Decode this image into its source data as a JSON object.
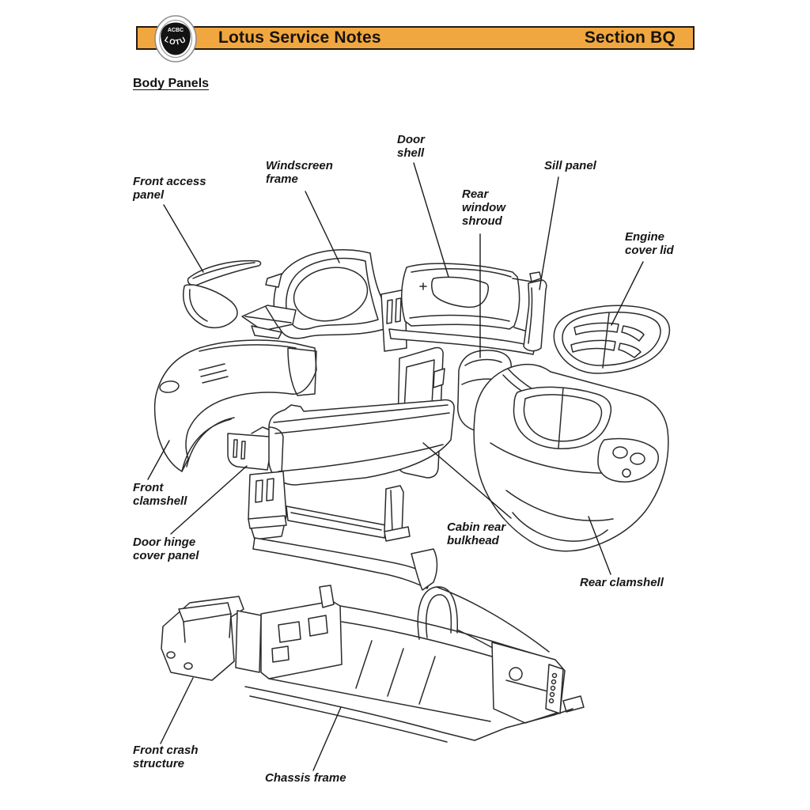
{
  "header": {
    "title": "Lotus Service Notes",
    "section": "Section BQ",
    "banner_color": "#F1A73F",
    "logo": {
      "brand": "LOTUS",
      "monogram": "ACBC"
    }
  },
  "page": {
    "heading": "Body Panels"
  },
  "diagram": {
    "ink_color": "#1f1f1f",
    "labels": {
      "door_shell": "Door\nshell",
      "windscreen_frame": "Windscreen\nframe",
      "sill_panel": "Sill panel",
      "front_access_panel": "Front access\npanel",
      "rear_window_shroud": "Rear\nwindow\nshroud",
      "engine_cover_lid": "Engine\ncover lid",
      "front_clamshell": "Front\nclamshell",
      "door_hinge_cover_panel": "Door hinge\ncover panel",
      "cabin_rear_bulkhead": "Cabin rear\nbulkhead",
      "rear_clamshell": "Rear clamshell",
      "front_crash_structure": "Front crash\nstructure",
      "chassis_frame": "Chassis frame"
    }
  }
}
